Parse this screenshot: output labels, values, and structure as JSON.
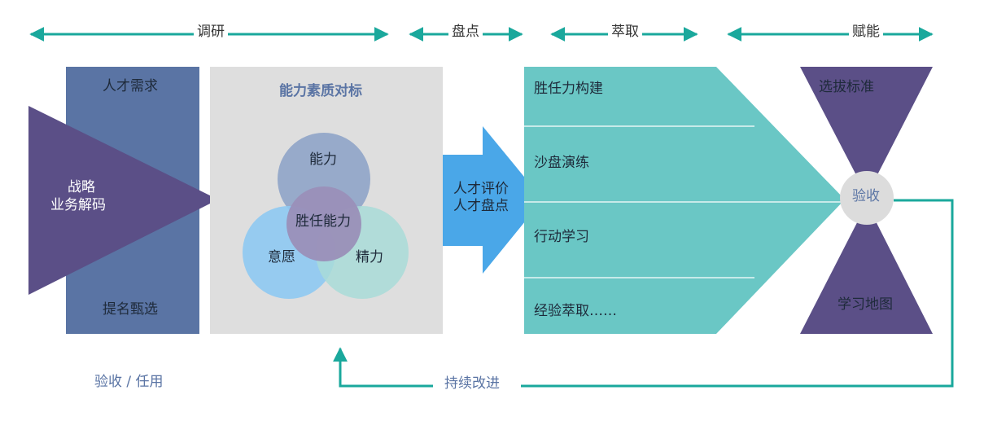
{
  "phases": {
    "research": "调研",
    "inventory": "盘点",
    "extract": "萃取",
    "empower": "赋能"
  },
  "talent_box": {
    "top": "人才需求",
    "bottom": "提名甄选"
  },
  "strategy_triangle": {
    "line1": "战略",
    "line2": "业务解码"
  },
  "competency_panel": {
    "title": "能力素质对标",
    "circle_ability": "能力",
    "circle_willingness": "意愿",
    "circle_energy": "精力",
    "center": "胜任能力"
  },
  "evaluation_arrow": {
    "line1": "人才评价",
    "line2": "人才盘点"
  },
  "extract_items": [
    "胜任力构建",
    "沙盘演练",
    "行动学习",
    "经验萃取……"
  ],
  "hourglass": {
    "top": "选拔标准",
    "center": "验收",
    "bottom": "学习地图"
  },
  "footer": {
    "acceptance": "验收 / 任用",
    "improve": "持续改进"
  },
  "colors": {
    "teal_line": "#1aa89c",
    "navy_box": "#5a74a4",
    "purple": "#5b4f87",
    "gray_panel": "#dedede",
    "blue_arrow": "#4aa7e8",
    "teal_block": "#6ac7c5"
  }
}
